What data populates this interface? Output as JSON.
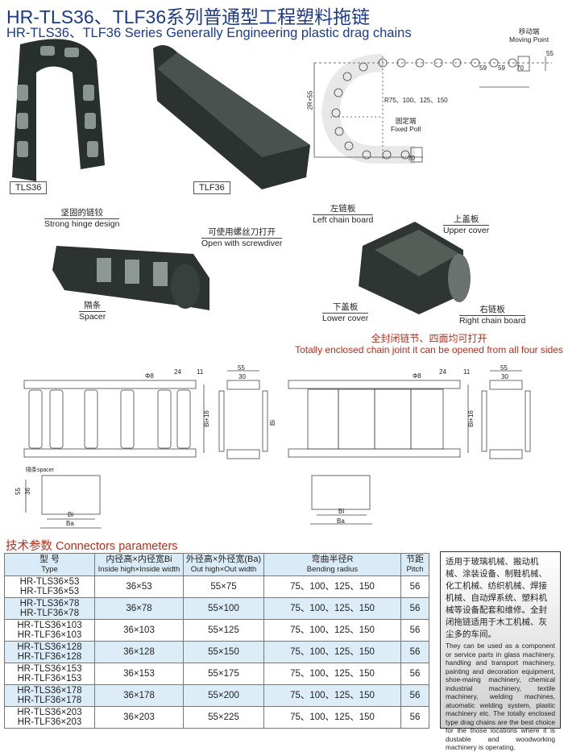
{
  "header": {
    "title_cn": "HR-TLS36、TLF36系列普通型工程塑料拖链",
    "title_en": "HR-TLS36、TLF36 Series Generally Engineering plastic drag chains"
  },
  "photos": {
    "tls_label": "TLS36",
    "tlf_label": "TLF36"
  },
  "bend_diagram": {
    "moving_cn": "移动端",
    "moving_en": "Moving Point",
    "fixed_cn": "固定端",
    "fixed_en": "Fixed Poll",
    "radius": "R75、100、125、150",
    "height": "2R+55",
    "dims": [
      "59",
      "59",
      "70",
      "55",
      "70"
    ]
  },
  "parts_left": {
    "hinge_cn": "坚固的链铰",
    "hinge_en": "Strong hinge design",
    "screw_cn": "可使用螺丝刀打开",
    "screw_en": "Open with screwdiver",
    "spacer_cn": "隔条",
    "spacer_en": "Spacer"
  },
  "parts_right": {
    "left_cn": "左链板",
    "left_en": "Left chain board",
    "upper_cn": "上盖板",
    "upper_en": "Upper cover",
    "lower_cn": "下盖板",
    "lower_en": "Lower cover",
    "right_cn": "右链板",
    "right_en": "Right chain board"
  },
  "caption": {
    "cn": "全封闭链节、四面均可打开",
    "en": "Totally enclosed chain joint it can be opened from all four sides"
  },
  "drawings": {
    "phi": "Φ8",
    "d24": "24",
    "d11": "11",
    "d55": "55",
    "d30": "30",
    "bi16": "Bi+16",
    "bi": "Bi",
    "ba": "Ba",
    "d36": "36",
    "spacer": "隔条spacer"
  },
  "params": {
    "title": "技术参数 Connectors parameters",
    "headers": [
      {
        "cn": "型 号",
        "en": "Type"
      },
      {
        "cn": "内径高×内径宽Bi",
        "en": "Inside high×Inside width"
      },
      {
        "cn": "外径高×外径宽(Ba)",
        "en": "Out high×Out width"
      },
      {
        "cn": "弯曲半径R",
        "en": "Bending radius"
      },
      {
        "cn": "节距",
        "en": "Pitch"
      }
    ],
    "rows": [
      {
        "t1": "HR-TLS36×53",
        "t2": "HR-TLF36×53",
        "inside": "36×53",
        "out": "55×75",
        "radius": "75、100、125、150",
        "pitch": "56"
      },
      {
        "t1": "HR-TLS36×78",
        "t2": "HR-TLF36×78",
        "inside": "36×78",
        "out": "55×100",
        "radius": "75、100、125、150",
        "pitch": "56"
      },
      {
        "t1": "HR-TLS36×103",
        "t2": "HR-TLF36×103",
        "inside": "36×103",
        "out": "55×125",
        "radius": "75、100、125、150",
        "pitch": "56"
      },
      {
        "t1": "HR-TLS36×128",
        "t2": "HR-TLF36×128",
        "inside": "36×128",
        "out": "55×150",
        "radius": "75、100、125、150",
        "pitch": "56"
      },
      {
        "t1": "HR-TLS36×153",
        "t2": "HR-TLF36×153",
        "inside": "36×153",
        "out": "55×175",
        "radius": "75、100、125、150",
        "pitch": "56"
      },
      {
        "t1": "HR-TLS36×178",
        "t2": "HR-TLF36×178",
        "inside": "36×178",
        "out": "55×200",
        "radius": "75、100、125、150",
        "pitch": "56"
      },
      {
        "t1": "HR-TLS36×203",
        "t2": "HR-TLF36×203",
        "inside": "36×203",
        "out": "55×225",
        "radius": "75、100、125、150",
        "pitch": "56"
      }
    ]
  },
  "applications": {
    "cn": "适用于玻璃机械、搬动机械、涂装设备、制鞋机械、化工机械、纺织机械、焊接机械、自动焊系统、塑料机械等设备配套和维修。全封闭拖链适用于木工机械、灰尘多的车间。",
    "en": "They can be used as a component or service parts in glass machinery, handling and transport machinery, painting and decoration equipment, shoe-maing machinery, chemical industrial machinery, textile machinery, welding machines, atuomatic welding system, plastic machinery etc. The totally enclosed type drag chains are the best choice for the those locations where it is dustable and woodworking machinery is operating."
  }
}
